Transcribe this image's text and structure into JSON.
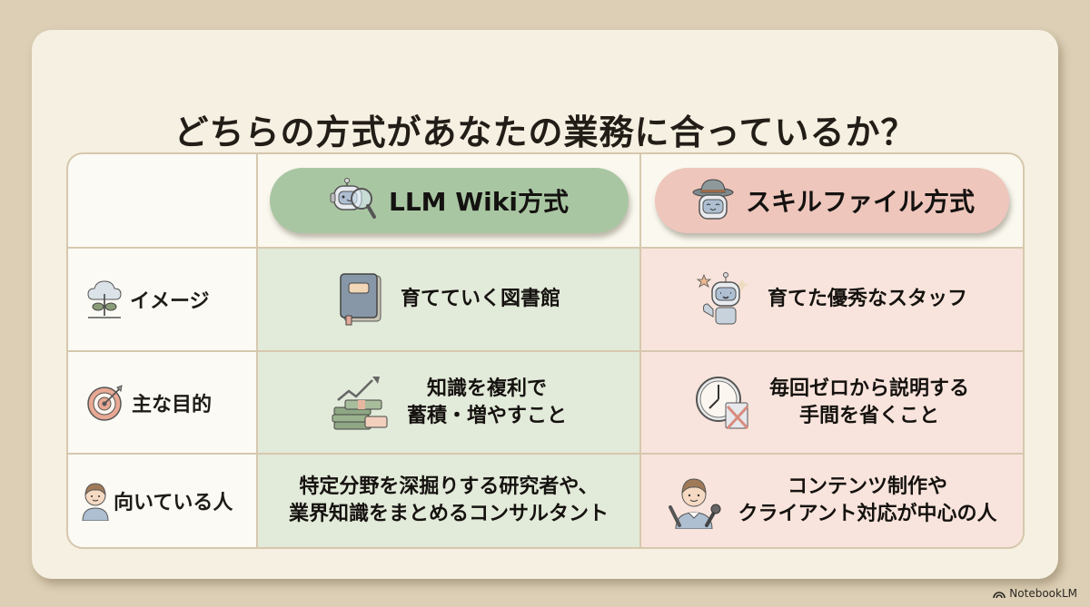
{
  "title": "どちらの方式があなたの業務に合っているか？",
  "columns": {
    "wiki": {
      "label": "LLM Wiki方式",
      "icon": "robot-magnifier-icon",
      "color": "#a9c6a2"
    },
    "skill": {
      "label": "スキルファイル方式",
      "icon": "robot-hat-icon",
      "color": "#eec6bc"
    }
  },
  "rows": [
    {
      "label": "イメージ",
      "label_icon": "sprout-cloud-icon",
      "wiki": {
        "text": "育てていく図書館",
        "icon": "book-icon"
      },
      "skill": {
        "text": "育てた優秀なスタッフ",
        "icon": "robot-thumbs-up-icon"
      }
    },
    {
      "label": "主な目的",
      "label_icon": "target-icon",
      "wiki": {
        "line1": "知識を複利で",
        "line2": "蓄積・増やすこと",
        "icon": "money-growth-icon"
      },
      "skill": {
        "line1": "毎回ゼロから説明する",
        "line2": "手間を省くこと",
        "icon": "clock-cross-icon"
      }
    },
    {
      "label": "向いている人",
      "label_icon": "person-icon",
      "wiki": {
        "line1": "特定分野を深掘りする研究者や、",
        "line2": "業界知識をまとめるコンサルタント"
      },
      "skill": {
        "line1": "コンテンツ制作や",
        "line2": "クライアント対応が中心の人",
        "icon": "creator-person-icon"
      }
    }
  ],
  "brand": "NotebookLM",
  "colors": {
    "background": "#dccfb5",
    "card": "#f5f0e1",
    "green_cell": "#e2ead9",
    "pink_cell": "#f8e4dc",
    "border": "#d6c8ae"
  }
}
